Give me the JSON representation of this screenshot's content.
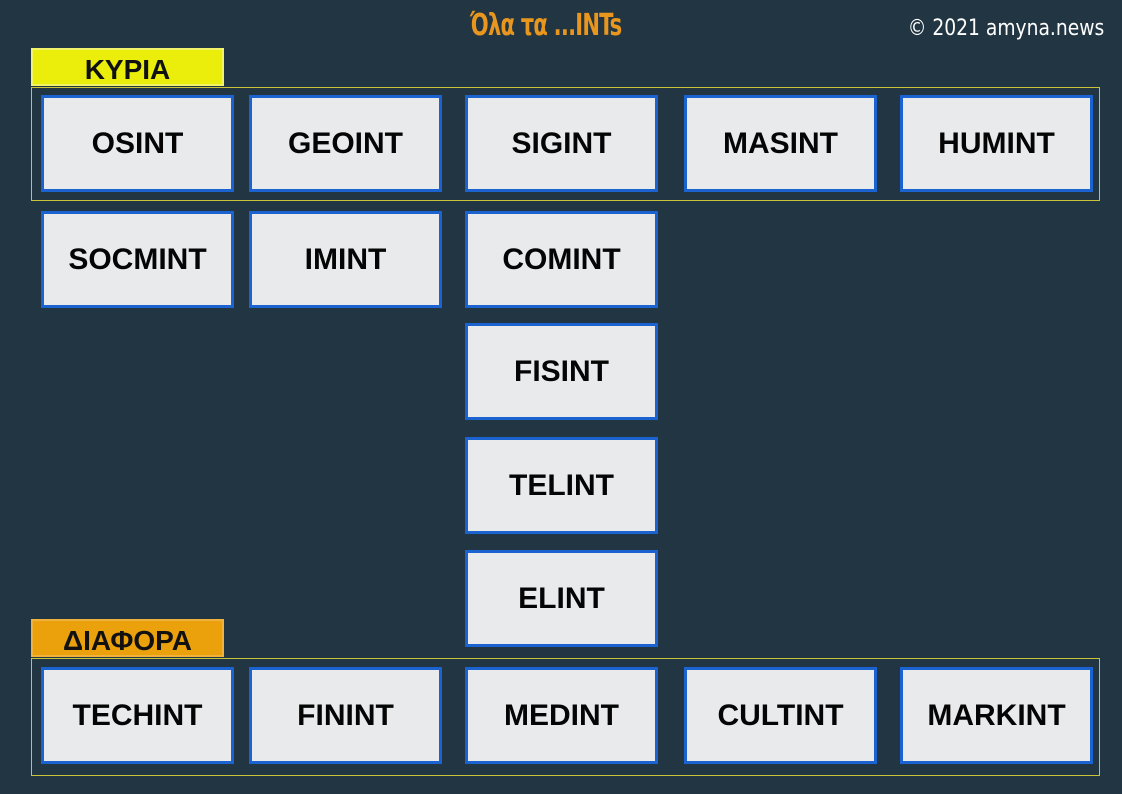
{
  "header": {
    "title": "Όλα τα ...INTs",
    "copyright": "© 2021 amyna.news"
  },
  "groups": {
    "main_label": "ΚΥΡΙΑ",
    "misc_label": "ΔΙΑΦΟΡΑ"
  },
  "main": [
    "OSINT",
    "GEOINT",
    "SIGINT",
    "MASINT",
    "HUMINT"
  ],
  "sub": {
    "osint": [
      "SOCMINT"
    ],
    "geoint": [
      "IMINT"
    ],
    "sigint": [
      "COMINT",
      "FISINT",
      "TELINT",
      "ELINT"
    ]
  },
  "misc": [
    "TECHINT",
    "FININT",
    "MEDINT",
    "CULTINT",
    "MARKINT"
  ],
  "colors": {
    "background": "#213542",
    "main_tab": "#eaee0a",
    "misc_tab": "#eba10c",
    "box_border": "#1a63d0",
    "title": "#e8961e"
  }
}
